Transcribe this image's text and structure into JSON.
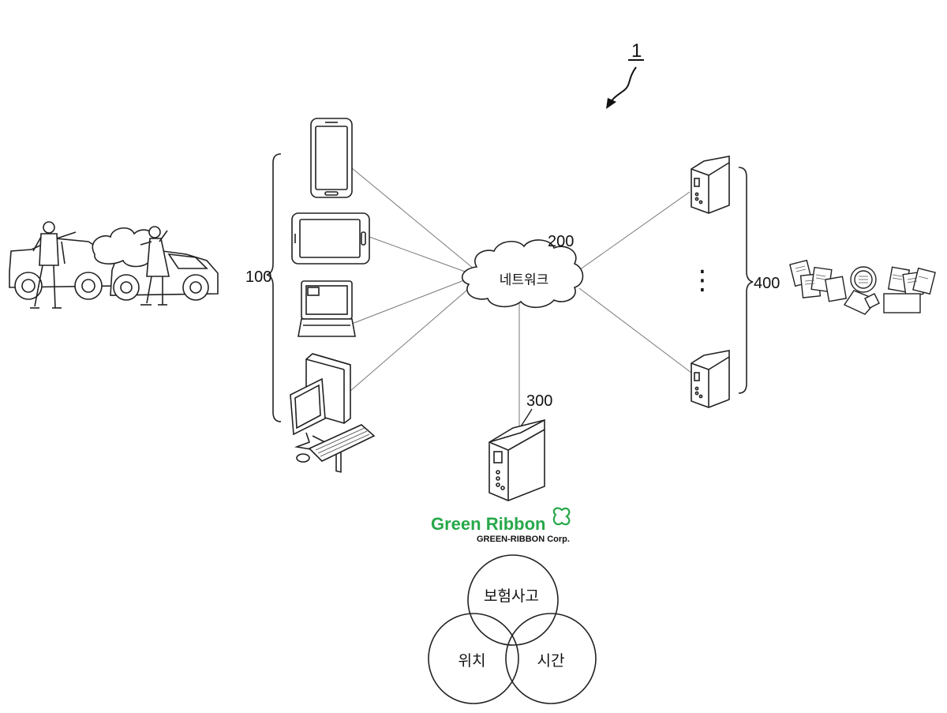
{
  "figure": {
    "system_ref": "1",
    "devices_ref": "100",
    "network_ref": "200",
    "network_label": "네트워크",
    "server_ref": "300",
    "insurers_ref": "400",
    "insurers_ellipsis": "⋮",
    "logo": {
      "name": "Green Ribbon",
      "corp": "GREEN-RIBBON Corp.",
      "color": "#27a84a"
    },
    "venn": {
      "top": "보험사고",
      "left": "위치",
      "right": "시간"
    }
  }
}
